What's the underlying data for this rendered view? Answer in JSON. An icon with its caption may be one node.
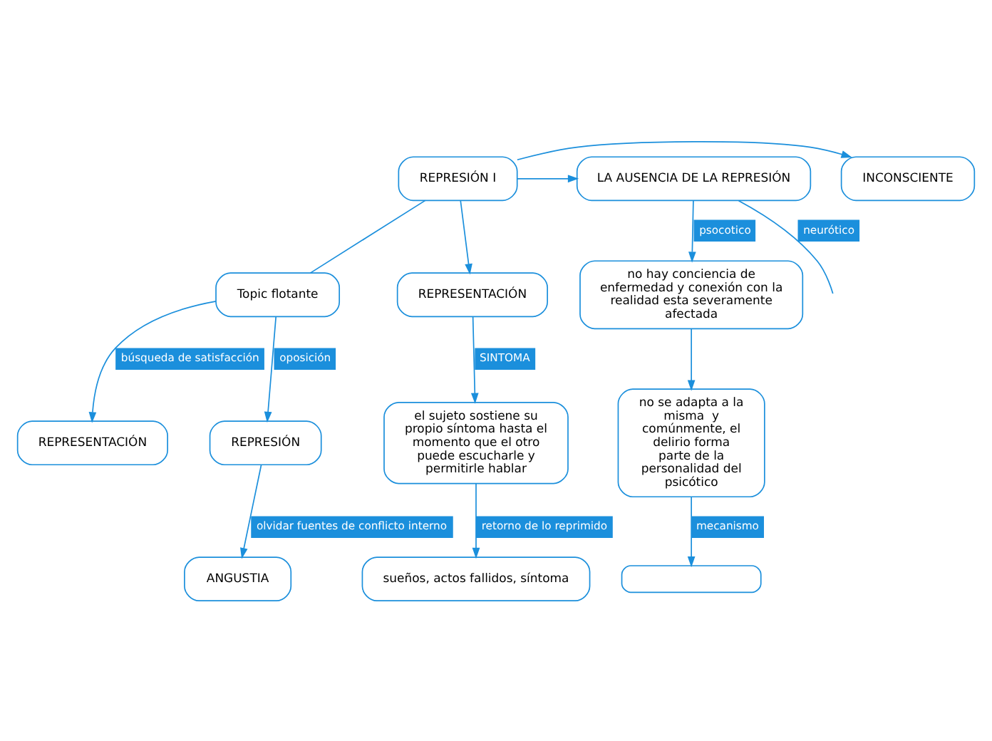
{
  "diagram": {
    "nodes": [
      {
        "text": [
          "REPRESIÓN I"
        ]
      },
      {
        "text": [
          "INCONSCIENTE"
        ]
      },
      {
        "text": [
          "LA AUSENCIA DE LA REPRESIÓN"
        ]
      },
      {
        "text": [
          "Topic flotante"
        ]
      },
      {
        "text": [
          "REPRESENTACIÓN"
        ]
      },
      {
        "text": [
          "REPRESENTACIÓN"
        ]
      },
      {
        "text": [
          "REPRESIÓN"
        ]
      },
      {
        "text": [
          "ANGUSTIA"
        ]
      },
      {
        "text": [
          "el sujeto sostiene su propio síntoma hasta el momento que el otro puede escucharle y permitirle hablar"
        ]
      },
      {
        "text": [
          "sueños, actos fallidos, síntoma"
        ]
      },
      {
        "text": [
          "no hay conciencia de enfermedad y conexión con la realidad esta severamente afectada"
        ]
      },
      {
        "text": [
          "no se adapta a la misma  y comúnmente, el delirio forma parte de la personalidad del psicótico"
        ]
      },
      {
        "text": [],
        "shape": "box"
      }
    ],
    "edges": [
      {
        "from": 0,
        "to": 1,
        "arrow": "to"
      },
      {
        "from": 0,
        "to": 2,
        "arrow": "to"
      },
      {
        "from": 0,
        "to": 3,
        "arrow": "none"
      },
      {
        "from": 0,
        "to": 4,
        "arrow": "to"
      },
      {
        "from": 3,
        "to": 5,
        "arrow": "to",
        "label": "búsqueda de satisfacción"
      },
      {
        "from": 3,
        "to": 6,
        "arrow": "to",
        "label": "oposición"
      },
      {
        "from": 6,
        "to": 7,
        "arrow": "to",
        "label": "olvidar fuentes de conflicto interno"
      },
      {
        "from": 4,
        "to": 8,
        "arrow": "to",
        "label": "SINTOMA"
      },
      {
        "from": 8,
        "to": 9,
        "arrow": "to",
        "label": "retorno de lo reprimido"
      },
      {
        "from": 2,
        "to": 10,
        "arrow": "to",
        "label": "psocotico"
      },
      {
        "from": 2,
        "to": null,
        "arrow": "none",
        "label": "neurótico"
      },
      {
        "from": 10,
        "to": 11,
        "arrow": "to"
      },
      {
        "from": 11,
        "to": 12,
        "arrow": "to",
        "label": "mecanismo"
      }
    ]
  }
}
